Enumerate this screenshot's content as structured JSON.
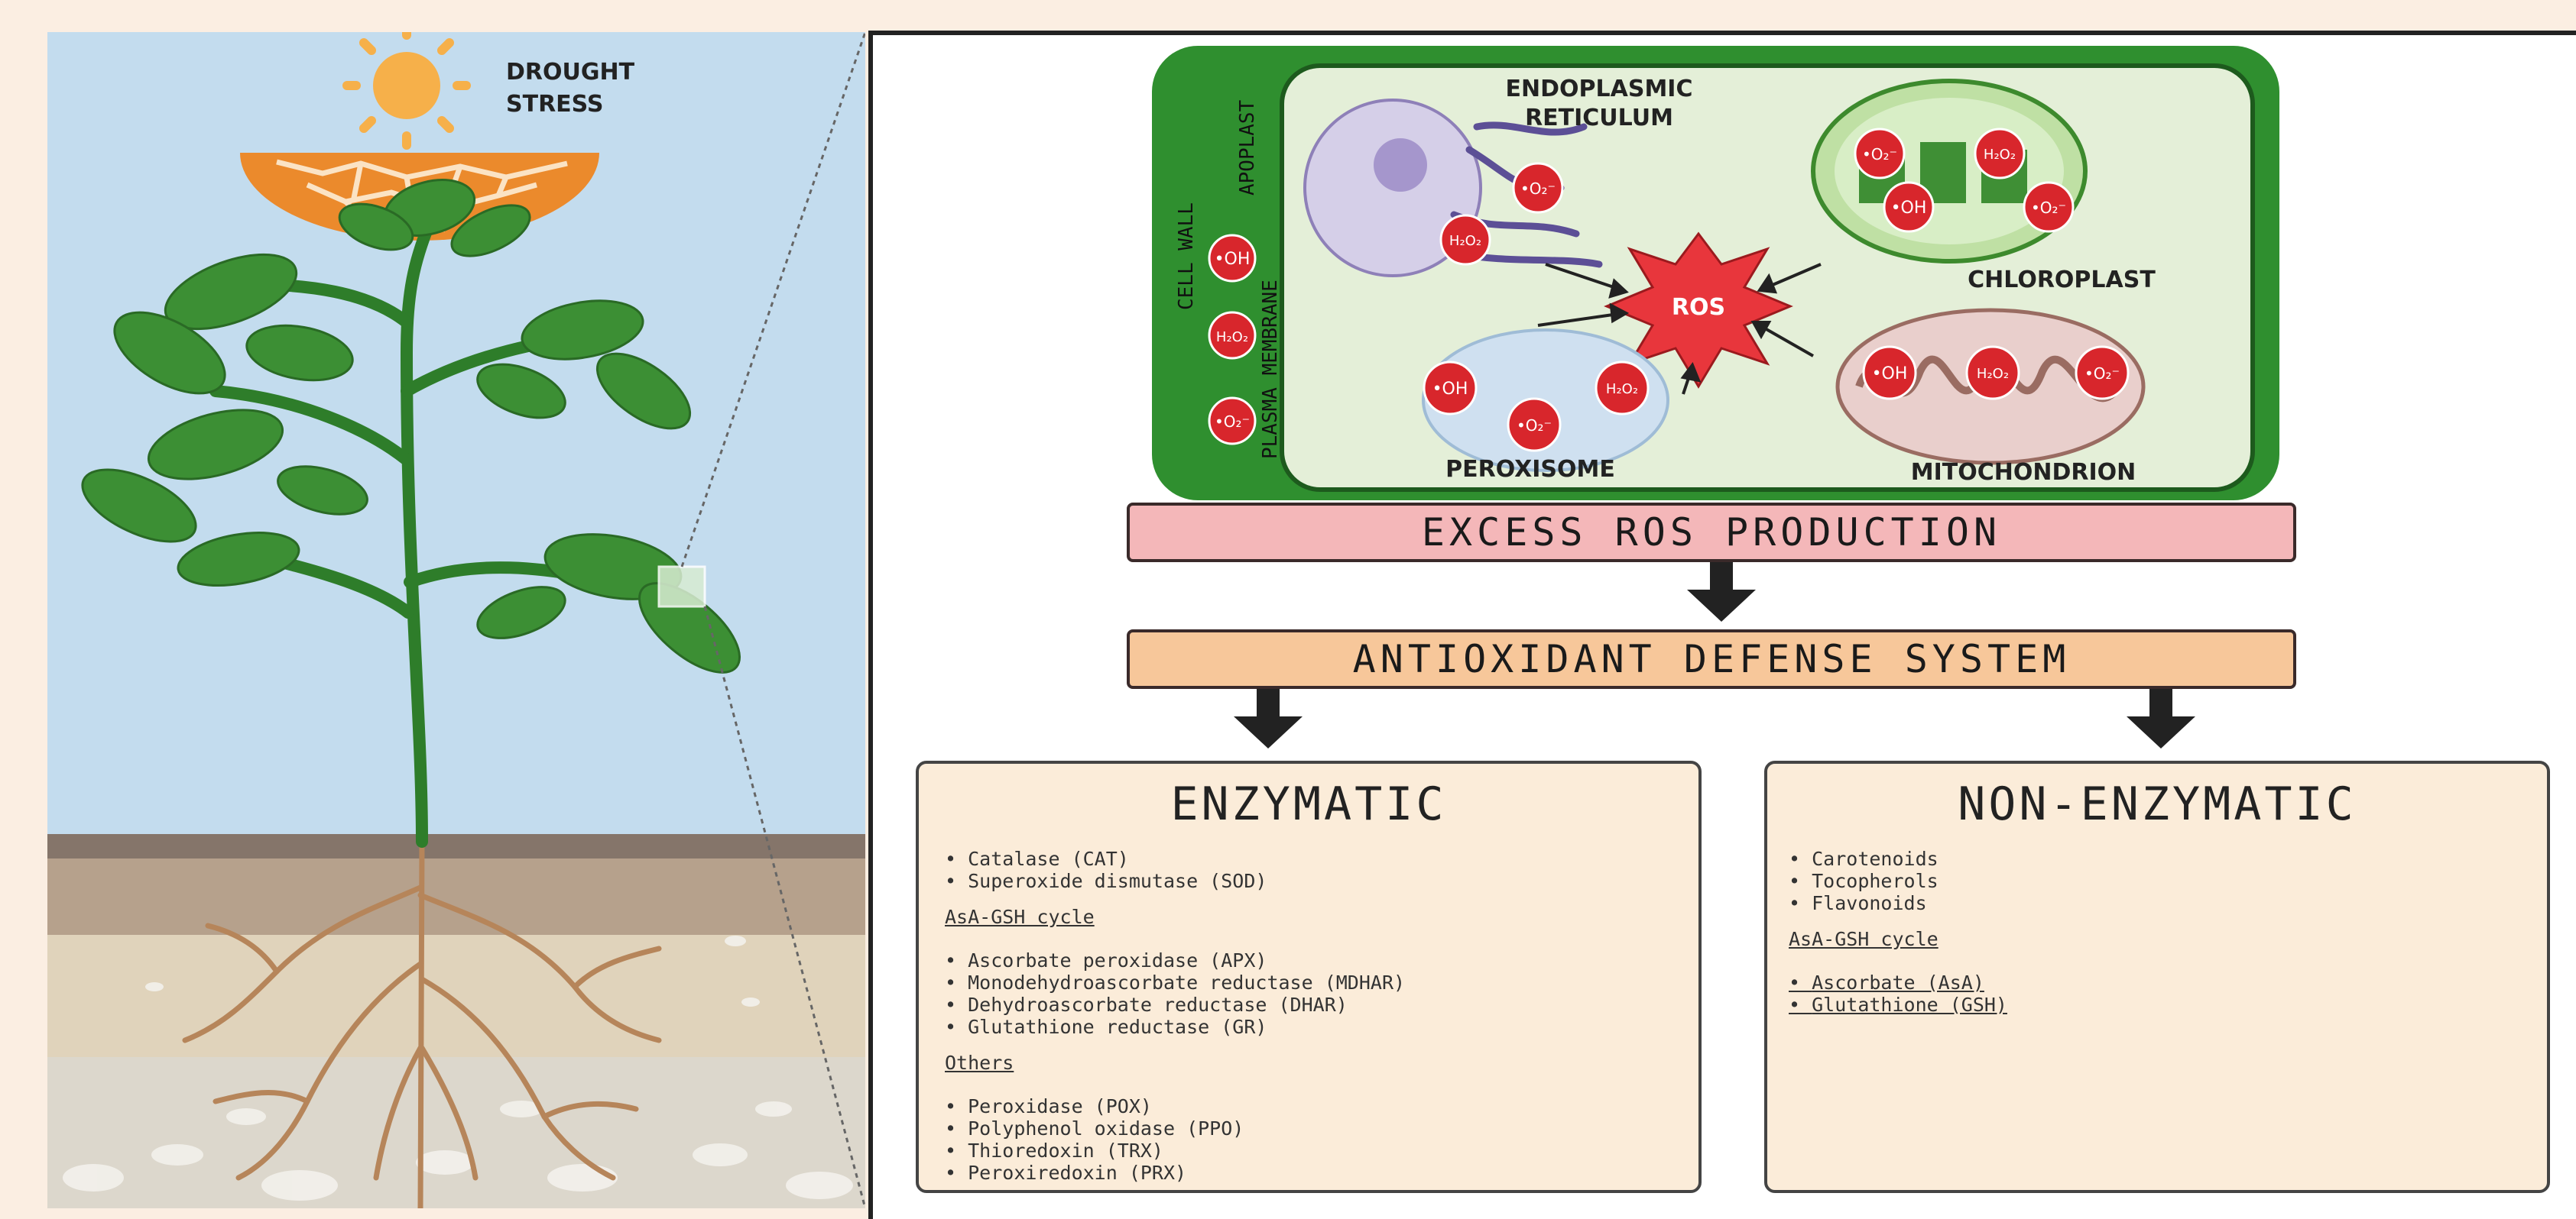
{
  "left": {
    "stress_label_line1": "DROUGHT",
    "stress_label_line2": "STRESS"
  },
  "cell": {
    "cell_wall": "CELL WALL",
    "apoplast": "APOPLAST",
    "plasma_membrane": "PLASMA MEMBRANE",
    "er_line1": "ENDOPLASMIC",
    "er_line2": "RETICULUM",
    "chloroplast": "CHLOROPLAST",
    "peroxisome": "PEROXISOME",
    "mitochondrion": "MITOCHONDRION",
    "ros": "ROS",
    "species": {
      "oh": "•OH",
      "h2o2": "H₂O₂",
      "o2": "•O₂⁻"
    }
  },
  "flow": {
    "excess": "EXCESS ROS PRODUCTION",
    "defense": "ANTIOXIDANT DEFENSE SYSTEM"
  },
  "enzymatic": {
    "title": "ENZYMATIC",
    "group1": [
      "Catalase (CAT)",
      "Superoxide dismutase (SOD)"
    ],
    "subhead1": "AsA-GSH cycle",
    "group2": [
      "Ascorbate peroxidase (APX)",
      "Monodehydroascorbate reductase (MDHAR)",
      "Dehydroascorbate reductase (DHAR)",
      "Glutathione reductase (GR)"
    ],
    "subhead2": "Others",
    "group3": [
      "Peroxidase (POX)",
      "Polyphenol oxidase (PPO)",
      "Thioredoxin (TRX)",
      "Peroxiredoxin (PRX)"
    ]
  },
  "nonenzymatic": {
    "title": "NON-ENZYMATIC",
    "group1": [
      "Carotenoids",
      "Tocopherols",
      "Flavonoids"
    ],
    "subhead1": "AsA-GSH cycle",
    "group2": [
      "Ascorbate (AsA)",
      "Glutathione (GSH)"
    ]
  },
  "colors": {
    "page_bg": "#fbeee2",
    "sky": "#c3dcee",
    "cell_green": "#2f8f2f",
    "ros_red": "#e8363c",
    "excess_bar": "#f4b7b9",
    "defense_bar": "#f7c79a",
    "card_bg": "#fbecd9"
  }
}
